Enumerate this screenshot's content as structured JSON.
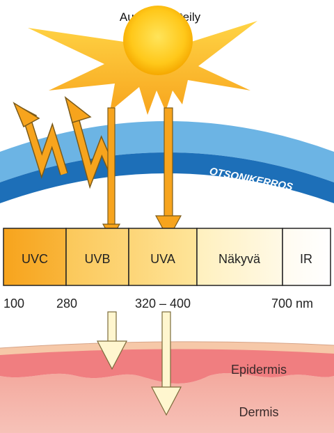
{
  "title": "Auringonsäteily",
  "ozone_label": "OTSONIKERROS",
  "bands": [
    {
      "label": "UVC"
    },
    {
      "label": "UVB"
    },
    {
      "label": "UVA"
    },
    {
      "label": "Näkyvä"
    },
    {
      "label": "IR"
    }
  ],
  "wavelength_ticks": [
    "100",
    "280",
    "320 – 400",
    "700 nm"
  ],
  "skin_layers": {
    "epidermis": "Epidermis",
    "dermis": "Dermis"
  },
  "colors": {
    "sun": "#ffc20e",
    "sun_core": "#ffd23a",
    "ozone_light": "#6cb4e4",
    "ozone_dark": "#1d6fb8",
    "arrow_orange": "#f7a41d",
    "arrow_cream": "#fff6cf",
    "epidermis": "#f07e80",
    "dermis": "#f3b0a4"
  }
}
